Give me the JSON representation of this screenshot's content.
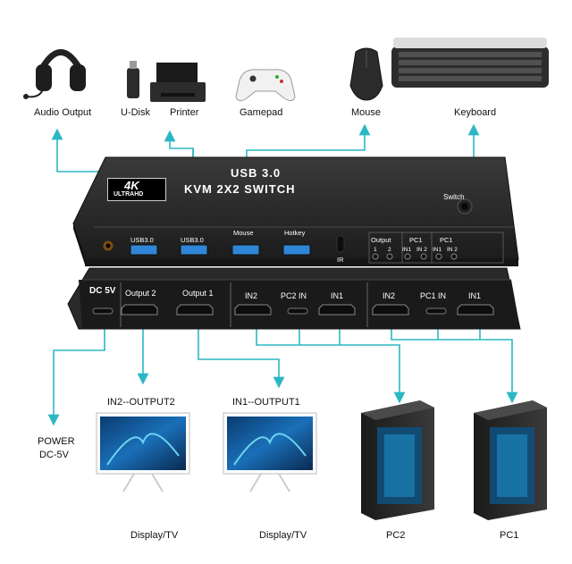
{
  "devices": {
    "audio_output": "Audio Output",
    "udisk": "U-Disk",
    "printer": "Printer",
    "gamepad": "Gamepad",
    "mouse": "Mouse",
    "keyboard": "Keyboard"
  },
  "switch": {
    "badge_4k": "4K",
    "badge_ultrahd": "ULTRAHD",
    "title_line1": "USB 3.0",
    "title_line2": "KVM 2X2 SWITCH",
    "switch_button": "Switch",
    "front_ports": {
      "usb1": "USB3.0",
      "usb2": "USB3.0",
      "mouse": "Mouse",
      "hotkey": "Hotkey",
      "ir": "IR",
      "output": "Output",
      "output_1": "1",
      "output_2": "2",
      "pc1_a": "PC1",
      "pc1_b": "PC1",
      "in1_a": "IN1",
      "in2_a": "IN 2",
      "in1_b": "IN1",
      "in2_b": "IN 2"
    },
    "rear_ports": {
      "dc": "DC 5V",
      "output2": "Output 2",
      "output1": "Output 1",
      "in2_a": "IN2",
      "pc2_in": "PC2 IN",
      "in1_a": "IN1",
      "in2_b": "IN2",
      "pc1_in": "PC1 IN",
      "in1_b": "IN1"
    }
  },
  "bottom": {
    "in2_output2": "IN2--OUTPUT2",
    "in1_output1": "IN1--OUTPUT1",
    "power_line1": "POWER",
    "power_line2": "DC-5V",
    "display1": "Display/TV",
    "display2": "Display/TV",
    "pc2": "PC2",
    "pc1": "PC1"
  },
  "colors": {
    "line": "#2bb7c4",
    "device_body": "#2a2a2a",
    "usb_blue": "#2f86d6"
  }
}
